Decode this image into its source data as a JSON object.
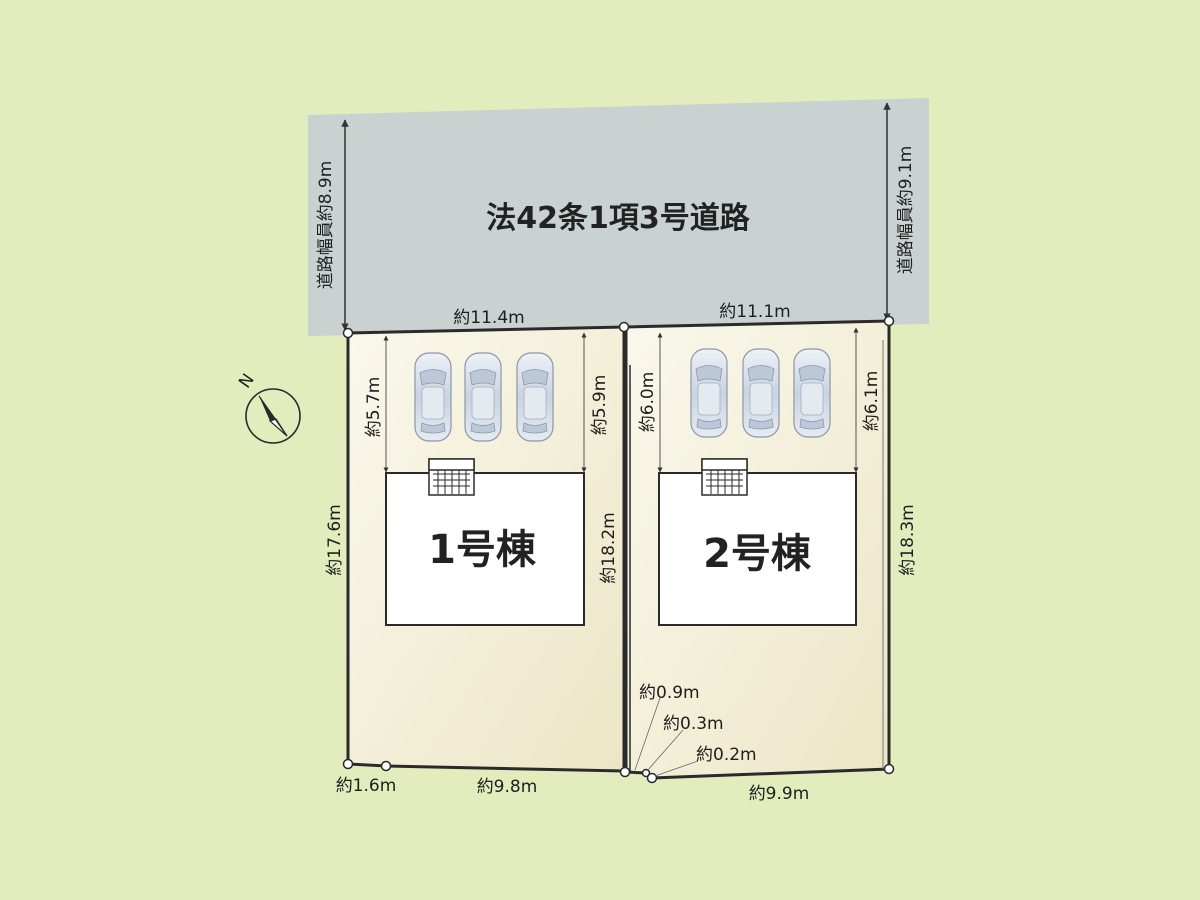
{
  "road": {
    "label": "法42条1項3号道路",
    "width_left": "道路幅員約8.9m",
    "width_right": "道路幅員約9.1m"
  },
  "lot1": {
    "name": "1号棟",
    "frontage": "約11.4m",
    "depth_left": "約17.6m",
    "depth_right": "約18.2m",
    "setback_left": "約5.7m",
    "setback_right": "約5.9m",
    "rear_short": "約1.6m",
    "rear_long": "約9.8m",
    "parking_spaces": 3
  },
  "lot2": {
    "name": "2号棟",
    "frontage": "約11.1m",
    "depth_right": "約18.3m",
    "setback_left": "約6.0m",
    "setback_right": "約6.1m",
    "corner_a": "約0.9m",
    "corner_b": "約0.3m",
    "corner_c": "約0.2m",
    "rear": "約9.9m",
    "parking_spaces": 3
  },
  "compass": {
    "label": "N"
  },
  "colors": {
    "background": "#e3ecbd",
    "road": "#c9d2d0",
    "lot": "#f2efd9",
    "line": "#2a2a2a"
  }
}
